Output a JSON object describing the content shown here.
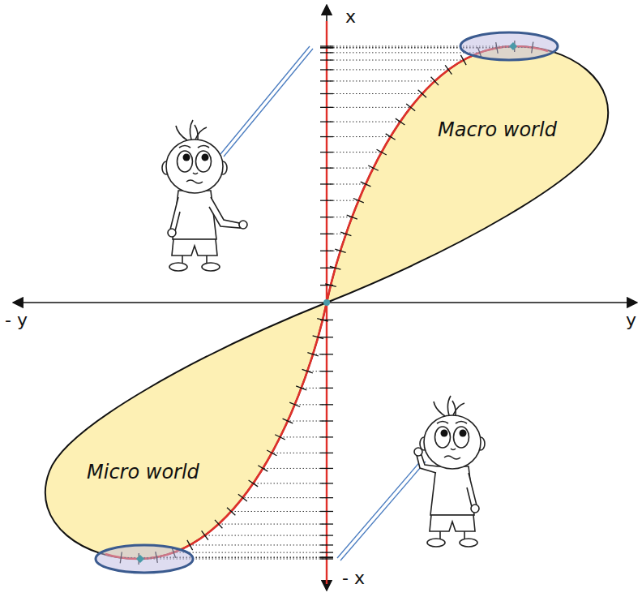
{
  "diagram": {
    "nodes": [
      {
        "text": [
          "Macro world"
        ]
      },
      {
        "text": [
          "Micro world"
        ]
      }
    ],
    "labels": [
      "x",
      "- y",
      "y",
      "- x"
    ]
  }
}
